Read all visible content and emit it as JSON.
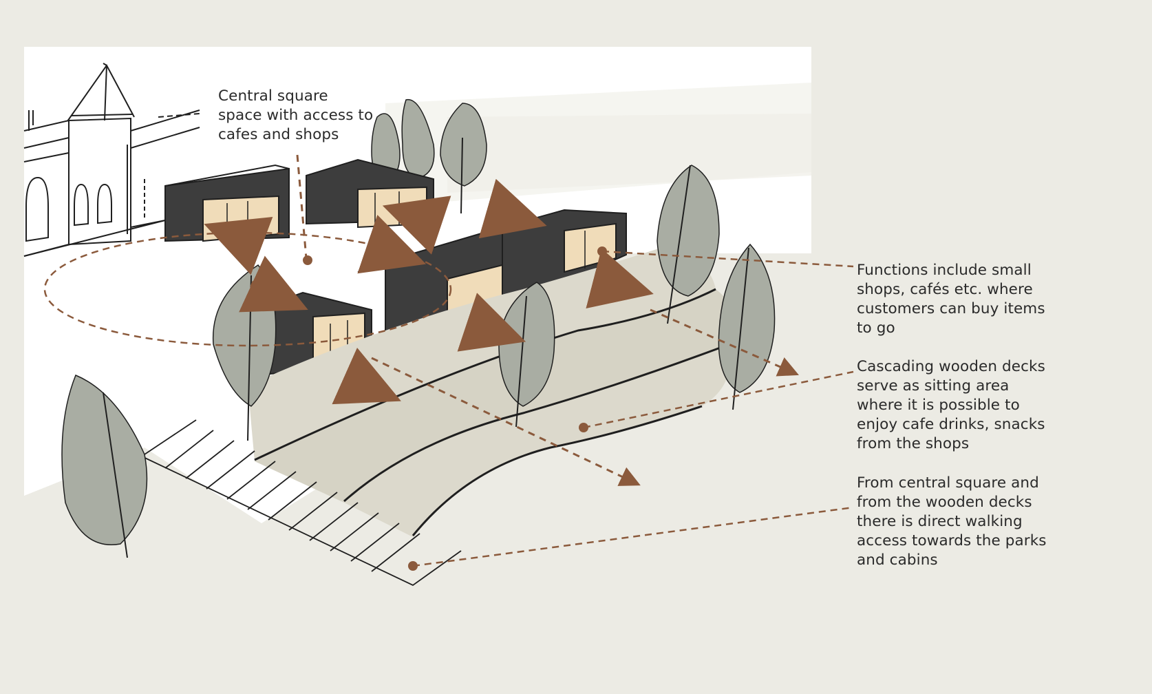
{
  "annotations": {
    "central_square": "Central square\nspace with access to\ncafes and shops",
    "functions": "Functions include small\nshops, cafés etc. where\ncustomers can buy items\nto go",
    "decks": "Cascading wooden decks\nserve as sitting area\nwhere it is possible to\nenjoy cafe drinks, snacks\nfrom the shops",
    "access": "From central square and\nfrom the wooden decks\nthere is direct walking\naccess towards the parks\nand cabins"
  },
  "colors": {
    "background": "#ecebe4",
    "ground": "#ffffff",
    "deck": "#dcd9cc",
    "pavilion_dark": "#3d3d3d",
    "pavilion_interior": "#f0dcb9",
    "tree": "#a9ada3",
    "arrow": "#8b5a3c",
    "ink": "#1f1f1f"
  },
  "icons": {
    "annotation_marker": "dot-marker",
    "flow_arrow": "arrow"
  }
}
